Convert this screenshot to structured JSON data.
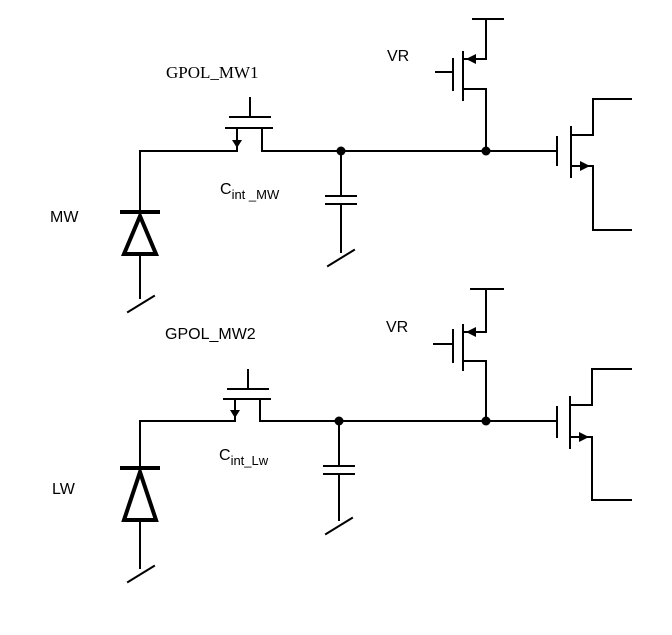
{
  "labels": {
    "gate_top": "GPOL_MW1",
    "gate_bottom": "GPOL_MW2",
    "vr_top": "VR",
    "vr_bottom": "VR",
    "diode_top": "MW",
    "diode_bottom": "LW",
    "cap_top_main": "C",
    "cap_top_sub": "int _MW",
    "cap_bottom_main": "C",
    "cap_bottom_sub": "int_Lw"
  }
}
